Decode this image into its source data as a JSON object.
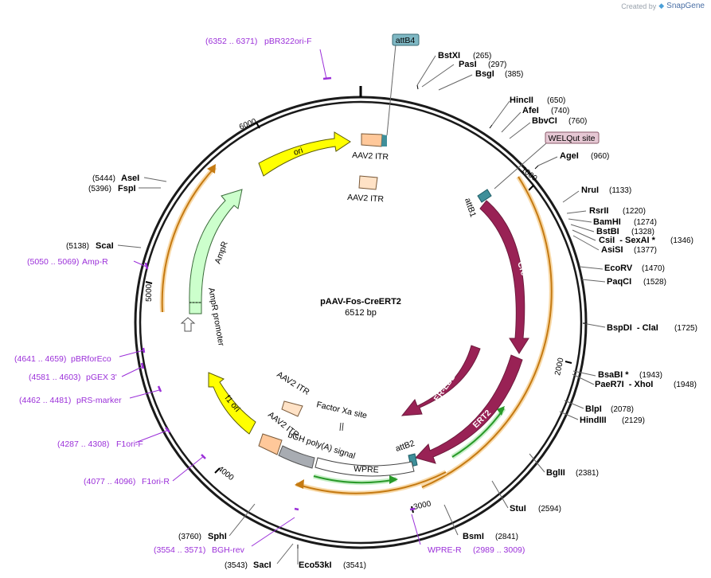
{
  "credit": {
    "text": "Created by",
    "brand": "SnapGene"
  },
  "plasmid": {
    "name": "pAAV-Fos-CreERT2",
    "size": "6512 bp"
  },
  "ticks": [
    "1000",
    "2000",
    "3000",
    "4000",
    "5000",
    "6000"
  ],
  "enzymes": [
    {
      "name": "BstXI",
      "pos": "(265)"
    },
    {
      "name": "PasI",
      "pos": "(297)"
    },
    {
      "name": "BsgI",
      "pos": "(385)"
    },
    {
      "name": "HincII",
      "pos": "(650)"
    },
    {
      "name": "AfeI",
      "pos": "(740)"
    },
    {
      "name": "BbvCI",
      "pos": "(760)"
    },
    {
      "name": "AgeI",
      "pos": "(960)"
    },
    {
      "name": "NruI",
      "pos": "(1133)"
    },
    {
      "name": "RsrII",
      "pos": "(1220)"
    },
    {
      "name": "BamHI",
      "pos": "(1274)"
    },
    {
      "name": "BstBI",
      "pos": "(1328)"
    },
    {
      "name": "CsiI  - SexAI *",
      "pos": "(1346)"
    },
    {
      "name": "AsiSI",
      "pos": "(1377)"
    },
    {
      "name": "EcoRV",
      "pos": "(1470)"
    },
    {
      "name": "PaqCI",
      "pos": "(1528)"
    },
    {
      "name": "BspDI  - ClaI",
      "pos": "(1725)"
    },
    {
      "name": "BsaBI *",
      "pos": "(1943)"
    },
    {
      "name": "PaeR7I  - XhoI",
      "pos": "(1948)"
    },
    {
      "name": "BlpI",
      "pos": "(2078)"
    },
    {
      "name": "HindIII",
      "pos": "(2129)"
    },
    {
      "name": "BglII",
      "pos": "(2381)"
    },
    {
      "name": "StuI",
      "pos": "(2594)"
    },
    {
      "name": "BsmI",
      "pos": "(2841)"
    },
    {
      "name": "Eco53kI",
      "pos": "(3541)"
    },
    {
      "name": "SacI",
      "pos": "(3543)"
    },
    {
      "name": "SphI",
      "pos": "(3760)"
    },
    {
      "name": "ScaI",
      "pos": "(5138)"
    },
    {
      "name": "FspI",
      "pos": "(5396)"
    },
    {
      "name": "AseI",
      "pos": "(5444)"
    }
  ],
  "primers": [
    {
      "name": "pBR322ori-F",
      "pos": "(6352 .. 6371)"
    },
    {
      "name": "Amp-R",
      "pos": "(5050 .. 5069)"
    },
    {
      "name": "pBRforEco",
      "pos": "(4641 .. 4659)"
    },
    {
      "name": "pGEX 3'",
      "pos": "(4581 .. 4603)"
    },
    {
      "name": "pRS-marker",
      "pos": "(4462 .. 4481)"
    },
    {
      "name": "F1ori-F",
      "pos": "(4287 .. 4308)"
    },
    {
      "name": "F1ori-R",
      "pos": "(4077 .. 4096)"
    },
    {
      "name": "BGH-rev",
      "pos": "(3554 .. 3571)"
    },
    {
      "name": "WPRE-R",
      "pos": "(2989 .. 3009)"
    }
  ],
  "sites": {
    "attB4": "attB4",
    "welqut": "WELQut site"
  },
  "features": {
    "ori": "ori",
    "aav2_itr": "AAV2 ITR",
    "ampr": "AmpR",
    "ampr_promoter": "AmpR promoter",
    "f1_ori": "f1 ori",
    "cre": "Cre",
    "er_lbd": "ER-LBD",
    "ert2": "ERT2",
    "attb1": "attB1",
    "attb2": "attB2",
    "wpre": "WPRE",
    "bgh": "bGH poly(A) signal",
    "factor_xa": "Factor Xa site"
  },
  "colors": {
    "backbone": "#1a1a1a",
    "ori": "#ffff00",
    "ampr": "#ccffcc",
    "itr": "#ffd9b3",
    "cre": "#992255",
    "bgh": "#a8acb2",
    "wpre": "#ffffff",
    "att": "#3f8f9a",
    "orange": "#d68b1e",
    "green": "#3caa3c",
    "primer": "#9b30d9"
  }
}
